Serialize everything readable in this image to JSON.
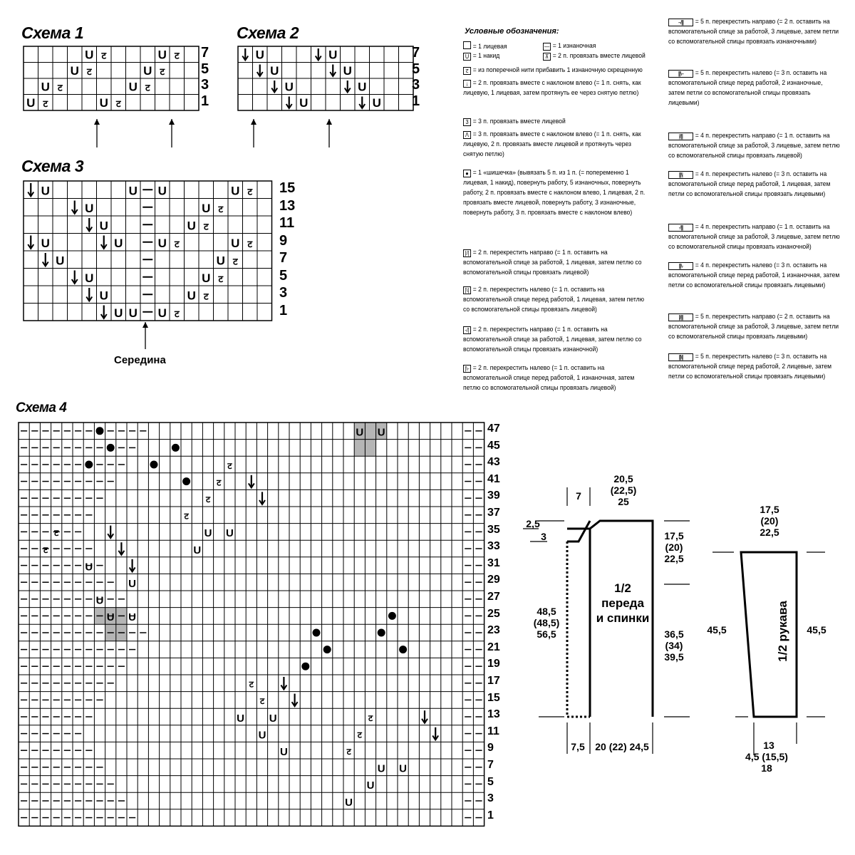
{
  "schemes": {
    "s1": {
      "title": "Схема 1",
      "rows": [
        "7",
        "5",
        "3",
        "1"
      ]
    },
    "s2": {
      "title": "Схема 2",
      "rows": [
        "7",
        "5",
        "3",
        "1"
      ]
    },
    "s3": {
      "title": "Схема 3",
      "rows": [
        "15",
        "13",
        "11",
        "9",
        "7",
        "5",
        "3",
        "1"
      ],
      "middle_label": "Середина"
    },
    "s4": {
      "title": "Схема 4",
      "rows": [
        "47",
        "45",
        "43",
        "41",
        "39",
        "37",
        "35",
        "33",
        "31",
        "29",
        "27",
        "25",
        "23",
        "21",
        "19",
        "17",
        "15",
        "13",
        "11",
        "9",
        "7",
        "5",
        "3",
        "1"
      ]
    }
  },
  "legend": {
    "title": "Условные обозначения:",
    "left": [
      {
        "sym": "",
        "text": "= 1 лицевая"
      },
      {
        "sym": "U",
        "text": "= 1 накид"
      },
      {
        "sym": "ट",
        "text": "= из поперечной нити прибавить 1 изнаночную скрещенную"
      },
      {
        "sym": "↓",
        "text": "= 2 п. провязать вместе с наклоном влево (= 1 п. снять, как лицевую, 1 лицевая, затем протянуть ее через снятую петлю)"
      },
      {
        "sym": "3",
        "text": "= 3 п. провязать вместе лицевой"
      },
      {
        "sym": "Λ",
        "text": "= 3 п. провязать вместе с наклоном влево (= 1 п. снять, как лицевую, 2 п. провязать вместе лицевой и протянуть через снятую петлю)"
      },
      {
        "sym": "●",
        "text": "= 1 «шишечка» (вывязать 5 п. из 1 п. (= попеременно 1 лицевая, 1 накид), повернуть работу, 5 изнаночных, повернуть работу, 2 п. провязать вместе с наклоном влево, 1 лицевая, 2 п. провязать вместе лицевой, повернуть работу, 3 изнаночные, повернуть работу, 3 п. провязать вместе с наклоном влево)"
      },
      {
        "sym": "|/|",
        "text": "= 2 п. перекрестить направо (= 1 п. оставить на вспомогательной спице за работой, 1 лицевая, затем петлю со вспомогательной спицы провязать лицевой)"
      },
      {
        "sym": "|\\|",
        "text": "= 2 п. перекрестить налево (= 1 п. оставить на вспомогательной спице перед работой, 1 лицевая, затем петлю со вспомогательной спицы провязать лицевой)"
      },
      {
        "sym": "-/|",
        "text": "= 2 п. перекрестить направо (= 1 п. оставить на вспомогательной спице за работой, 1 лицевая, затем петлю со вспомогательной спицы провязать изнаночной)"
      },
      {
        "sym": "|\\-",
        "text": "= 2 п. перекрестить налево (= 1 п. оставить на вспомогательной спице перед работой, 1 изнаночная, затем петлю со вспомогательной спицы провязать лицевой)"
      }
    ],
    "left_col2": [
      {
        "sym": "—",
        "text": "= 1 изнаночная"
      },
      {
        "sym": "⊼",
        "text": "= 2 п. провязать вместе лицевой"
      }
    ],
    "right": [
      {
        "sym": "--/|||",
        "text": "= 5 п. перекрестить направо (= 2 п. оставить на вспомогательной спице за работой, 3 лицевые, затем петли со вспомогательной спицы провязать изнаночными)"
      },
      {
        "sym": "|||\\--",
        "text": "= 5 п. перекрестить налево (= 3 п. оставить на вспомогательной спице перед работой, 2 изнаночные, затем петли со вспомогательной спицы провязать лицевыми)"
      },
      {
        "sym": "|/|||",
        "text": "= 4 п. перекрестить направо (= 1 п. оставить на вспомогательной спице за работой, 3 лицевые, затем петлю со вспомогательной спицы провязать лицевой)"
      },
      {
        "sym": "|||\\|",
        "text": "= 4 п. перекрестить налево (= 3 п. оставить на вспомогательной спице перед работой, 1 лицевая, затем петли со вспомогательной спицы провязать лицевыми)"
      },
      {
        "sym": "-/|||",
        "text": "= 4 п. перекрестить направо (= 1 п. оставить на вспомогательной спице за работой, 3 лицевые, затем петлю со вспомогательной спицы провязать изнаночной)"
      },
      {
        "sym": "|||\\-",
        "text": "= 4 п. перекрестить налево (= 3 п. оставить на вспомогательной спице перед работой, 1 изнаночная, затем петли со вспомогательной спицы провязать лицевыми)"
      },
      {
        "sym": "||/|||",
        "text": "= 5 п. перекрестить направо (= 2 п. оставить на вспомогательной спице за работой, 3 лицевые, затем петли со вспомогательной спицы провязать лицевыми)"
      },
      {
        "sym": "|||\\||",
        "text": "= 5 п. перекрестить налево (= 3 п. оставить на вспомогательной спице перед работой, 2 лицевые, затем петли со вспомогательной спицы провязать лицевыми)"
      }
    ]
  },
  "body_pattern": {
    "top_width": "20,5\n(22,5)\n25",
    "shoulder": "7",
    "neck_25": "2,5",
    "neck_3": "3",
    "left_height": "48,5\n(48,5)\n56,5",
    "armhole": "17,5\n(20)\n22,5",
    "side_height": "36,5\n(34)\n39,5",
    "bottom_left": "7,5",
    "bottom_width": "20 (22) 24,5",
    "label": "1/2\nпереда\nи спинки"
  },
  "sleeve_pattern": {
    "top_width": "17,5\n(20)\n22,5",
    "left_height": "45,5",
    "right_height": "45,5",
    "bottom_13": "13",
    "bottom_other": "4,5 (15,5)\n18",
    "label": "1/2 рукава"
  }
}
